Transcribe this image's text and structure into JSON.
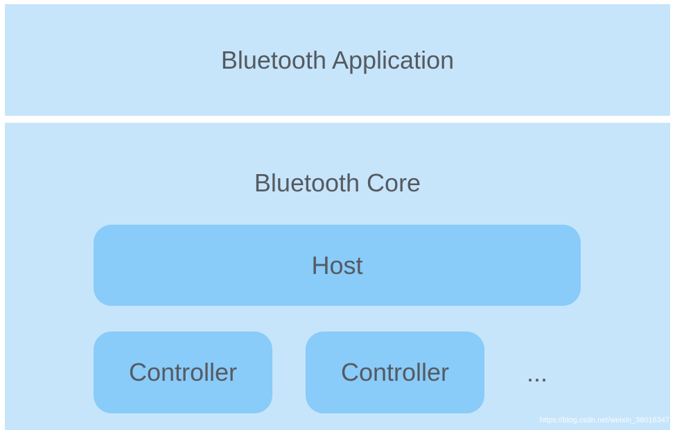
{
  "application_layer": {
    "label": "Bluetooth Application"
  },
  "core_layer": {
    "label": "Bluetooth Core",
    "host": {
      "label": "Host"
    },
    "controllers": [
      {
        "label": "Controller"
      },
      {
        "label": "Controller"
      }
    ],
    "ellipsis": "..."
  },
  "watermark": "https://blog.csdn.net/weixin_38016347",
  "colors": {
    "layer_background": "#c6e5fb",
    "block_background": "#89cbf9",
    "text": "#555a60"
  }
}
